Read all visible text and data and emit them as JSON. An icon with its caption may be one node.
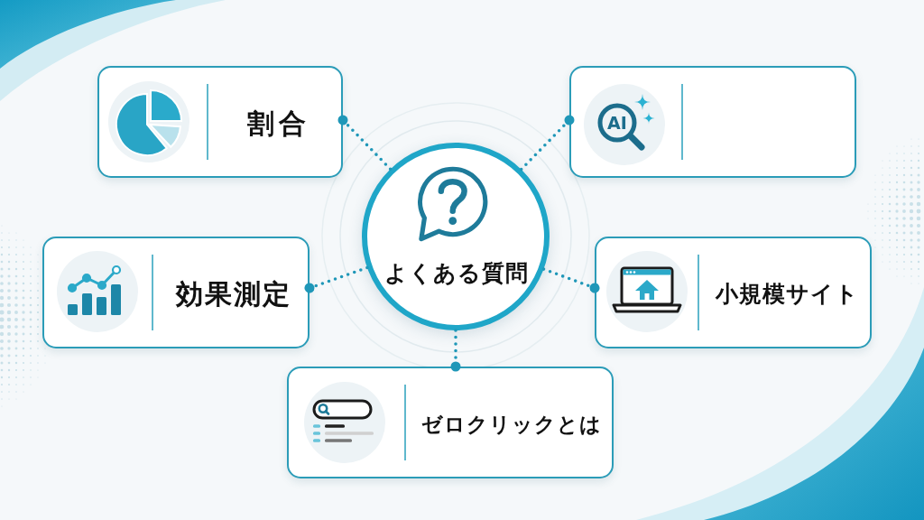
{
  "diagram": {
    "nodes": [
      {
        "text": [
          "割合"
        ]
      },
      {
        "text": [
          "AI"
        ]
      },
      {
        "text": [
          "よくある質問"
        ]
      },
      {
        "text": [
          "効果測定"
        ]
      },
      {
        "text": [
          "小規模サイト"
        ]
      },
      {
        "text": [
          "ゼロクリックとは"
        ]
      }
    ],
    "edges": [
      {
        "from": 2,
        "to": 0,
        "arrow": "other",
        "style": "dashed"
      },
      {
        "from": 2,
        "to": 1,
        "arrow": "other",
        "style": "dashed"
      },
      {
        "from": 2,
        "to": 3,
        "arrow": "other",
        "style": "dashed"
      },
      {
        "from": 2,
        "to": 4,
        "arrow": "other",
        "style": "dashed"
      },
      {
        "from": 2,
        "to": 5,
        "arrow": "other",
        "style": "dashed"
      }
    ]
  }
}
